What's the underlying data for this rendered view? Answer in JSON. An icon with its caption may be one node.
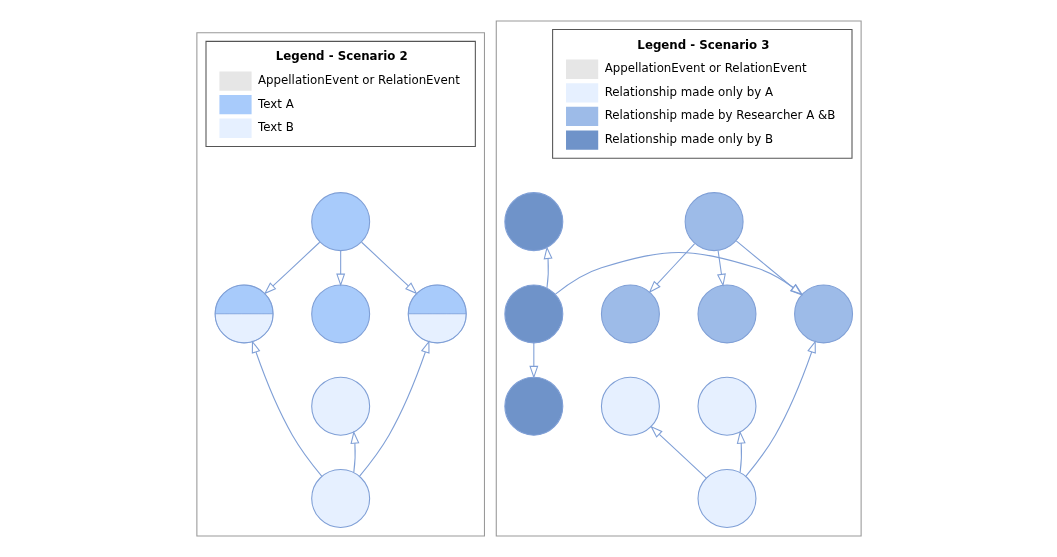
{
  "diagram": {
    "nodes": [
      {
        "text": [],
        "shape": "box"
      },
      {
        "text": [
          "Legend - Scenario 2"
        ],
        "in": 0
      },
      {
        "text": [],
        "shape": "circle",
        "in": 0
      },
      {
        "text": [],
        "shape": "circle",
        "in": 0
      },
      {
        "text": [],
        "shape": "circle",
        "in": 0
      },
      {
        "text": [],
        "shape": "circle",
        "in": 0
      },
      {
        "text": [],
        "shape": "circle",
        "in": 0
      },
      {
        "text": [],
        "shape": "circle",
        "in": 0
      },
      {
        "text": [],
        "shape": "box"
      },
      {
        "text": [
          "Legend - Scenario 3"
        ],
        "in": 8
      },
      {
        "text": [],
        "shape": "circle",
        "in": 8
      },
      {
        "text": [],
        "shape": "circle",
        "in": 8
      },
      {
        "text": [],
        "shape": "circle",
        "in": 8
      },
      {
        "text": [],
        "shape": "circle",
        "in": 8
      },
      {
        "text": [],
        "shape": "circle",
        "in": 8
      },
      {
        "text": [],
        "shape": "circle",
        "in": 8
      },
      {
        "text": [],
        "shape": "circle",
        "in": 8
      },
      {
        "text": [],
        "shape": "circle",
        "in": 8
      },
      {
        "text": [],
        "shape": "circle",
        "in": 8
      },
      {
        "text": [],
        "shape": "circle",
        "in": 8
      }
    ],
    "edges": [
      {
        "from": 2,
        "to": 3,
        "arrow": "to"
      },
      {
        "from": 2,
        "to": 4,
        "arrow": "to"
      },
      {
        "from": 2,
        "to": 5,
        "arrow": "to"
      },
      {
        "from": 7,
        "to": 3,
        "arrow": "to"
      },
      {
        "from": 7,
        "to": 6,
        "arrow": "to"
      },
      {
        "from": 7,
        "to": 5,
        "arrow": "to"
      },
      {
        "from": 10,
        "to": 11,
        "arrow": "to"
      },
      {
        "from": 10,
        "to": 12,
        "arrow": "to"
      },
      {
        "from": 10,
        "to": 13,
        "arrow": "to"
      },
      {
        "from": 15,
        "to": 14,
        "arrow": "to"
      },
      {
        "from": 15,
        "to": 13,
        "arrow": "to"
      },
      {
        "from": 15,
        "to": 16,
        "arrow": "to"
      },
      {
        "from": 19,
        "to": 17,
        "arrow": "to"
      },
      {
        "from": 19,
        "to": 18,
        "arrow": "to"
      },
      {
        "from": 19,
        "to": 13,
        "arrow": "to"
      }
    ],
    "legend": [
      {
        "text": "AppellationEvent or RelationEvent"
      },
      {
        "text": "Text A",
        "color": "#a8cbfb"
      },
      {
        "text": "Text B"
      },
      {
        "text": "AppellationEvent or RelationEvent"
      },
      {
        "text": "Relationship made only by A"
      },
      {
        "text": "Relationship made by Researcher A &B"
      },
      {
        "text": "Relationship made only by B"
      }
    ]
  }
}
